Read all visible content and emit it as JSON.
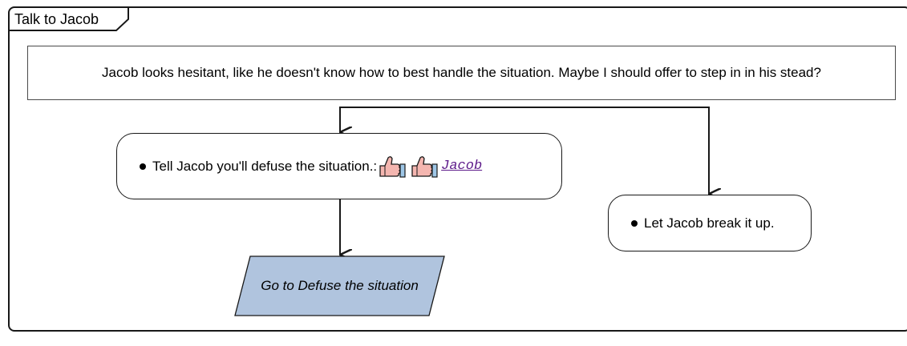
{
  "partition": {
    "title": "Talk to Jacob"
  },
  "narration": {
    "text": "Jacob looks hesitant, like he doesn't know how to best handle the situation. Maybe I should offer to step in in his stead?"
  },
  "choices": [
    {
      "label": "Tell Jacob you'll defuse the situation.:",
      "icons": [
        "thumbs-up-icon",
        "thumbs-up-icon"
      ],
      "link_text": "Jacob"
    },
    {
      "label": "Let Jacob break it up."
    }
  ],
  "goto": {
    "label": "Go to Defuse the situation"
  },
  "colors": {
    "goto_fill": "#b0c4de",
    "thumb_fill": "#f4b6b0",
    "cuff_fill": "#9ec6e6",
    "link": "#5d1b8a"
  }
}
